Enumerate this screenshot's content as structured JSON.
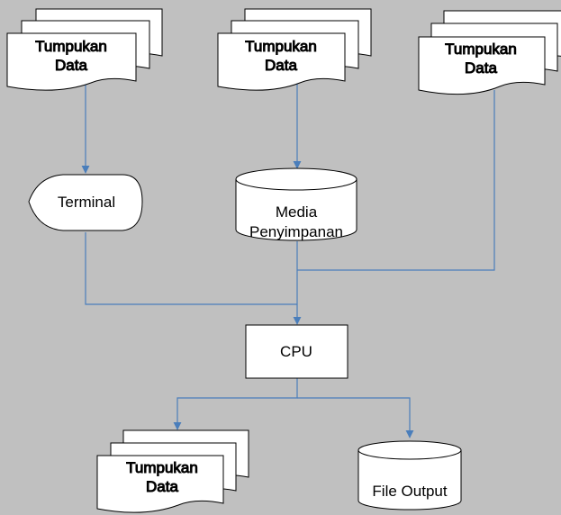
{
  "nodes": {
    "input_1": {
      "shape": "multi-document",
      "line1": "Tumpukan",
      "line2": "Data"
    },
    "input_2": {
      "shape": "multi-document",
      "line1": "Tumpukan",
      "line2": "Data"
    },
    "input_3": {
      "shape": "multi-document",
      "line1": "Tumpukan",
      "line2": "Data"
    },
    "terminal": {
      "shape": "display",
      "label": "Terminal"
    },
    "storage": {
      "shape": "cylinder",
      "line1": "Media",
      "line2": "Penyimpanan"
    },
    "cpu": {
      "shape": "process",
      "label": "CPU"
    },
    "output_docs": {
      "shape": "multi-document",
      "line1": "Tumpukan",
      "line2": "Data"
    },
    "file_output": {
      "shape": "cylinder",
      "label": "File Output"
    }
  },
  "edges": [
    {
      "from": "input_1",
      "to": "terminal"
    },
    {
      "from": "input_2",
      "to": "storage"
    },
    {
      "from": "input_3",
      "to": "cpu"
    },
    {
      "from": "terminal",
      "to": "cpu"
    },
    {
      "from": "storage",
      "to": "cpu"
    },
    {
      "from": "cpu",
      "to": "output_docs"
    },
    {
      "from": "cpu",
      "to": "file_output"
    }
  ],
  "colors": {
    "background": "#c0c0c0",
    "shape_fill": "#ffffff",
    "shape_stroke": "#000000",
    "connector": "#4a7ebb"
  }
}
